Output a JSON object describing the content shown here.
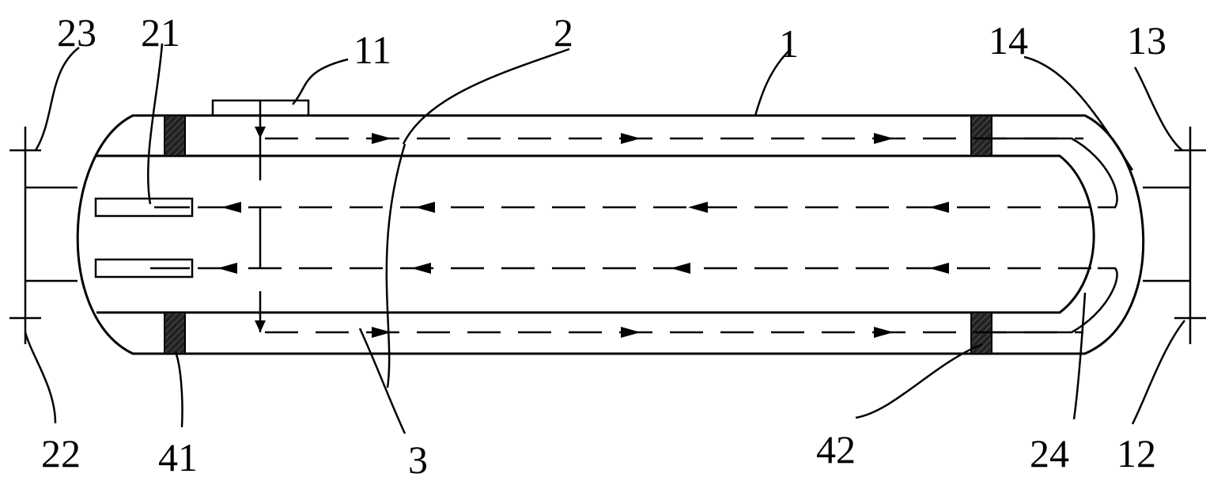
{
  "labels": {
    "n1": "1",
    "n2": "2",
    "n3": "3",
    "n11": "11",
    "n12": "12",
    "n13": "13",
    "n14": "14",
    "n21": "21",
    "n22": "22",
    "n23": "23",
    "n24": "24",
    "n41": "41",
    "n42": "42"
  },
  "colors": {
    "line": "#000000",
    "background": "#ffffff"
  }
}
